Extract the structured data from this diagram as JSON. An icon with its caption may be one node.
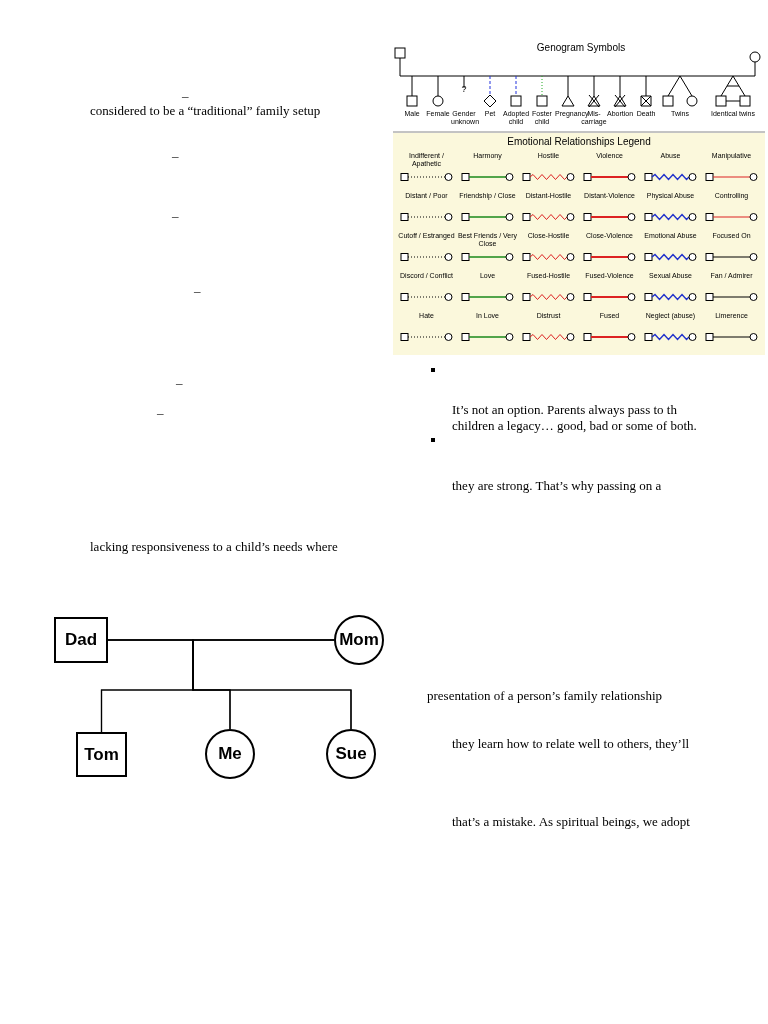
{
  "diagram": {
    "nodes": [
      {
        "text": [
          "Dad"
        ]
      },
      {
        "text": [
          "Mom"
        ]
      },
      {
        "text": [
          "Tom"
        ]
      },
      {
        "text": [
          "Me"
        ]
      },
      {
        "text": [
          "Sue"
        ]
      }
    ],
    "edges": [
      {
        "from": 0,
        "to": 1,
        "arrow": "none"
      },
      {
        "from": 0,
        "to": 2,
        "arrow": "none"
      },
      {
        "from": 0,
        "to": 3,
        "arrow": "none"
      },
      {
        "from": 0,
        "to": 4,
        "arrow": "none"
      },
      {
        "from": 1,
        "to": 2,
        "arrow": "none"
      },
      {
        "from": 1,
        "to": 3,
        "arrow": "none"
      },
      {
        "from": 1,
        "to": 4,
        "arrow": "none"
      }
    ],
    "labels": [
      "Genogram Symbols",
      "Male",
      "Female",
      "?",
      "Gender unknown",
      "Pet",
      "Adopted child",
      "Foster child",
      "Pregnancy",
      "Mis-carriage",
      "Abortion",
      "Death",
      "Twins",
      "Identical twins",
      "Emotional Relationships Legend",
      "–",
      "considered to be a “traditional” family setup",
      "–",
      "–",
      "–",
      "–",
      "–",
      "lacking responsiveness to a child’s needs where",
      "It’s not an option. Parents always pass to th",
      "children a legacy… good, bad or some of both.",
      "they are strong. That’s why passing on a",
      "presentation of a person’s family relationship",
      "they learn how to relate well to others, they’ll",
      "that’s a mistake. As spiritual beings, we adopt"
    ],
    "legend": [
      {
        "text": "Indifferent / Apathetic"
      },
      {
        "text": "Harmony"
      },
      {
        "text": "Hostile"
      },
      {
        "text": "Violence"
      },
      {
        "text": "Abuse"
      },
      {
        "text": "Manipulative"
      },
      {
        "text": "Distant / Poor"
      },
      {
        "text": "Friendship / Close"
      },
      {
        "text": "Distant-Hostile"
      },
      {
        "text": "Distant-Violence"
      },
      {
        "text": "Physical Abuse"
      },
      {
        "text": "Controlling"
      },
      {
        "text": "Cutoff / Estranged"
      },
      {
        "text": "Best Friends / Very Close"
      },
      {
        "text": "Close-Hostile"
      },
      {
        "text": "Close-Violence"
      },
      {
        "text": "Emotional Abuse"
      },
      {
        "text": "Focused On"
      },
      {
        "text": "Discord / Conflict"
      },
      {
        "text": "Love"
      },
      {
        "text": "Fused-Hostile"
      },
      {
        "text": "Fused-Violence"
      },
      {
        "text": "Sexual Abuse"
      },
      {
        "text": "Fan / Admirer"
      },
      {
        "text": "Hate"
      },
      {
        "text": "In Love"
      },
      {
        "text": "Distrust"
      },
      {
        "text": "Fused"
      },
      {
        "text": "Neglect (abuse)"
      },
      {
        "text": "Limerence"
      }
    ]
  }
}
